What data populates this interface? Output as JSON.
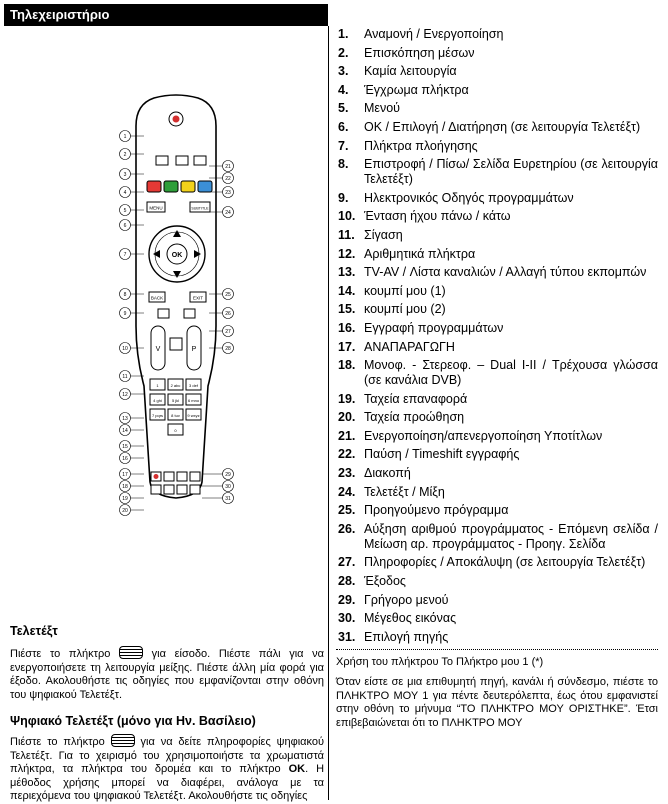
{
  "header": {
    "title": "Τηλεχειριστήριο"
  },
  "legend": [
    {
      "num": "1.",
      "text": "Αναμονή / Ενεργοποίηση"
    },
    {
      "num": "2.",
      "text": "Επισκόπηση μέσων"
    },
    {
      "num": "3.",
      "text": " Καμία λειτουργία"
    },
    {
      "num": "4.",
      "text": "Έγχρωμα πλήκτρα"
    },
    {
      "num": "5.",
      "text": "Μενού"
    },
    {
      "num": "6.",
      "text": "ΟΚ / Επιλογή / Διατήρηση (σε λειτουργία Τελετέξτ)"
    },
    {
      "num": "7.",
      "text": "Πλήκτρα πλοήγησης"
    },
    {
      "num": "8.",
      "text": "Επιστροφή / Πίσω/ Σελίδα Ευρετηρίου (σε λειτουργία Τελετέξτ)"
    },
    {
      "num": "9.",
      "text": "Ηλεκτρονικός Οδηγός προγραμμάτων"
    },
    {
      "num": "10.",
      "text": "Ένταση ήχου πάνω / κάτω"
    },
    {
      "num": "11.",
      "text": "Σίγαση"
    },
    {
      "num": "12.",
      "text": "Αριθμητικά πλήκτρα"
    },
    {
      "num": "13.",
      "text": "TV-AV / Λίστα καναλιών / Αλλαγή τύπου εκπομπών"
    },
    {
      "num": "14.",
      "text": "κουμπί μου (1)"
    },
    {
      "num": "15.",
      "text": "κουμπί μου (2)"
    },
    {
      "num": "16.",
      "text": "Εγγραφή προγραμμάτων"
    },
    {
      "num": "17.",
      "text": "ΑΝΑΠΑΡΑΓΩΓΗ"
    },
    {
      "num": "18.",
      "text": "Μονοφ. - Στερεοφ. – Dual I-II / Τρέχουσα γλώσσα (σε κανάλια DVB)"
    },
    {
      "num": "19.",
      "text": "Ταχεία επαναφορά"
    },
    {
      "num": "20.",
      "text": "Ταχεία προώθηση"
    },
    {
      "num": "21.",
      "text": "Ενεργοποίηση/απενεργοποίηση Υποτίτλων"
    },
    {
      "num": "22.",
      "text": "Παύση / Timeshift εγγραφής"
    },
    {
      "num": "23.",
      "text": "Διακοπή"
    },
    {
      "num": "24.",
      "text": "Τελετέξτ / Μίξη"
    },
    {
      "num": "25.",
      "text": "Προηγούμενο πρόγραμμα"
    },
    {
      "num": "26.",
      "text": "Αύξηση αριθμού προγράμματος - Επόμενη σελίδα / Μείωση αρ. προγράμματος - Προηγ. Σελίδα"
    },
    {
      "num": "27.",
      "text": "Πληροφορίες / Αποκάλυψη (σε λειτουργία Τελετέξτ)"
    },
    {
      "num": "28.",
      "text": "Έξοδος"
    },
    {
      "num": "29.",
      "text": "Γρήγορο μενού"
    },
    {
      "num": "30.",
      "text": "Μέγεθος εικόνας"
    },
    {
      "num": "31.",
      "text": "Επιλογή πηγής"
    }
  ],
  "note": {
    "line1": "Χρήση του πλήκτρου Το Πλήκτρο μου 1 (*)",
    "body": "Όταν είστε σε μια επιθυμητή πηγή, κανάλι ή σύνδεσμο, πιέστε το ΠΛΗΚΤΡΟ ΜΟΥ 1 για πέντε δευτερόλεπτα, έως ότου εμφανιστεί στην οθόνη το μήνυμα “ΤΟ ΠΛΗΚΤΡΟ ΜΟΥ ΟΡΙΣΤΗΚΕ”. Έτσι επιβεβαιώνεται ότι το ΠΛΗΚΤΡΟ ΜΟΥ"
  },
  "teletext": {
    "heading": "Τελετέξτ",
    "p_before": "Πιέστε το πλήκτρο",
    "p_after": " για είσοδο. Πιέστε πάλι για να ενεργοποιήσετε τη λειτουργία μείξης. Πιέστε άλλη μία φορά για έξοδο. Ακολουθήστε τις οδηγίες που εμφανίζονται στην οθόνη του ψηφιακού Τελετέξτ."
  },
  "digital": {
    "heading": "Ψηφιακό Τελετέξτ (μόνο για Ην. Βασίλειο)",
    "p_before": "Πιέστε το πλήκτρο",
    "p_mid": " για να δείτε πληροφορίες ψηφιακού Τελετέξτ. Για το χειρισμό του χρησιμοποιήστε τα χρωματιστά πλήκτρα, τα πλήκτρα του δρομέα και το πλήκτρο ",
    "ok": "OK",
    "p_after": ". Η μέθοδος χρήσης μπορεί να διαφέρει, ανάλογα με τα περιεχόμενα του ψηφιακού Τελετέξτ. Ακολουθήστε τις οδηγίες"
  },
  "remote": {
    "menu": "MENU",
    "subtitle": "SUBTITLE",
    "ok": "OK",
    "back": "BACK",
    "exit": "EXIT",
    "v": "V",
    "p": "P",
    "keys": [
      "1",
      "2 abc",
      "3 def",
      "4 ghi",
      "5 jkl",
      "6 mno",
      "7 pqrs",
      "8 tuv",
      "9 wxyz",
      "0"
    ],
    "callouts": [
      "1",
      "2",
      "3",
      "4",
      "5",
      "6",
      "7",
      "8",
      "9",
      "10",
      "11",
      "12",
      "13",
      "14",
      "15",
      "16",
      "17",
      "18",
      "19",
      "20",
      "21",
      "22",
      "23",
      "24",
      "25",
      "26",
      "27",
      "28",
      "29",
      "30",
      "31"
    ]
  },
  "colors": {
    "red": "#e53935",
    "green": "#2e9e3a",
    "yellow": "#f2d21b",
    "blue": "#3b8fd6",
    "power": "#d32f2f"
  }
}
